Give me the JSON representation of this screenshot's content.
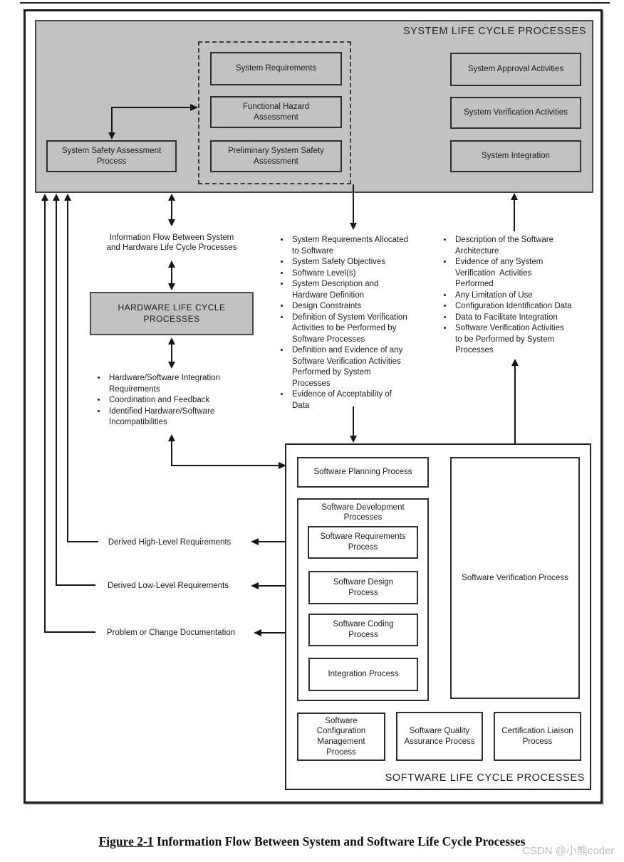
{
  "colors": {
    "panel_gray": "#c2c2c2",
    "line_black": "#161616",
    "watermark_gray": "#bcbcbc"
  },
  "system_section": {
    "title": "SYSTEM LIFE CYCLE PROCESSES",
    "safety_box": "System Safety Assessment\nProcess",
    "dashed_boxes": [
      "System Requirements",
      "Functional Hazard\nAssessment",
      "Preliminary System Safety\nAssessment"
    ],
    "right_boxes": [
      "System Approval Activities",
      "System Verification Activities",
      "System Integration"
    ]
  },
  "hardware_section": {
    "flow_label": "Information Flow Between System\nand Hardware Life Cycle Processes",
    "box": "HARDWARE LIFE CYCLE\nPROCESSES",
    "bullets": [
      "Hardware/Software Integration\nRequirements",
      "Coordination and Feedback",
      "Identified Hardware/Software\nIncompatibilities"
    ]
  },
  "system_to_software_bullets": [
    "System Requirements Allocated\nto Software",
    "System Safety Objectives",
    "Software Level(s)",
    "System Description and\nHardware Definition",
    "Design Constraints",
    "Definition of System Verification\nActivities to be Performed by\nSoftware Processes",
    "Definition and Evidence of any\nSoftware Verification Activities\nPerformed by System\nProcesses",
    "Evidence of Acceptability of\nData"
  ],
  "software_to_system_bullets": [
    "Description of the Software\nArchitecture",
    "Evidence of any System\nVerification  Activities\nPerformed",
    "Any Limitation of Use",
    "Configuration Identification Data",
    "Data to Facilitate Integration",
    "Software Verification Activities\nto be Performed by System\nProcesses"
  ],
  "left_labels": [
    "Derived High-Level Requirements",
    "Derived Low-Level Requirements",
    "Problem or Change Documentation"
  ],
  "software_section": {
    "title": "SOFTWARE LIFE CYCLE PROCESSES",
    "planning_box": "Software Planning Process",
    "development_title": "Software Development\nProcesses",
    "development_boxes": [
      "Software Requirements\nProcess",
      "Software Design\nProcess",
      "Software Coding\nProcess",
      "Integration Process"
    ],
    "verification_box": "Software Verification Process",
    "bottom_boxes": [
      "Software\nConfiguration\nManagement\nProcess",
      "Software Quality\nAssurance Process",
      "Certification Liaison\nProcess"
    ]
  },
  "caption": {
    "label": "Figure 2-1",
    "text": " Information Flow Between System and Software Life Cycle Processes"
  },
  "watermark": "CSDN @小熊coder"
}
